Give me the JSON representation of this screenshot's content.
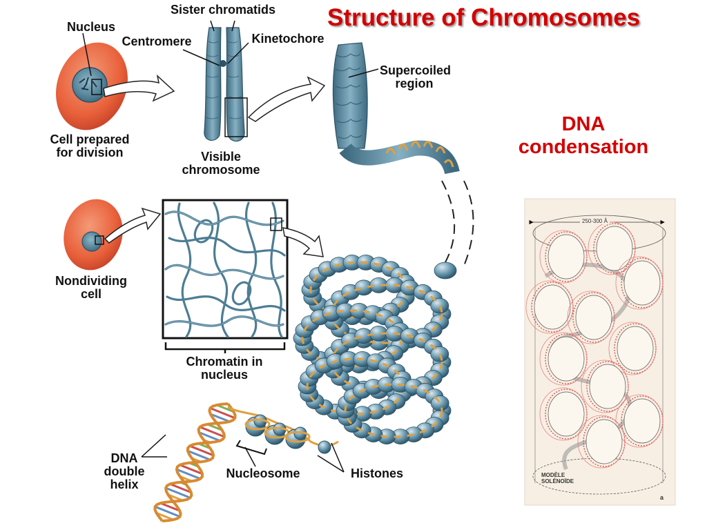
{
  "title": "Structure of  Chromosomes",
  "side_label": {
    "line1": "DNA",
    "line2": "condensation"
  },
  "labels": {
    "sister_chromatids": "Sister chromatids",
    "nucleus": "Nucleus",
    "centromere": "Centromere",
    "kinetochore": "Kinetochore",
    "supercoiled_line1": "Supercoiled",
    "supercoiled_line2": "region",
    "cell_prepared_line1": "Cell prepared",
    "cell_prepared_line2": "for division",
    "visible_chromosome_line1": "Visible",
    "visible_chromosome_line2": "chromosome",
    "nondividing_line1": "Nondividing",
    "nondividing_line2": "cell",
    "chromatin_line1": "Chromatin in",
    "chromatin_line2": "nucleus",
    "dna_helix_line1": "DNA",
    "dna_helix_line2": "double",
    "dna_helix_line3": "helix",
    "nucleosome": "Nucleosome",
    "histones": "Histones"
  },
  "solenoid_panel": {
    "dimension": "250-300 Å",
    "model_line1": "MODÈLE",
    "model_line2": "SOLÉNOÏDE",
    "panel_letter": "a"
  },
  "colors": {
    "title_red": "#d40000",
    "cell_orange": "#e8603a",
    "chromatin_blue": "#5e8aa0",
    "coil_gold": "#e0a040",
    "panel_bg": "#f7efe3"
  }
}
